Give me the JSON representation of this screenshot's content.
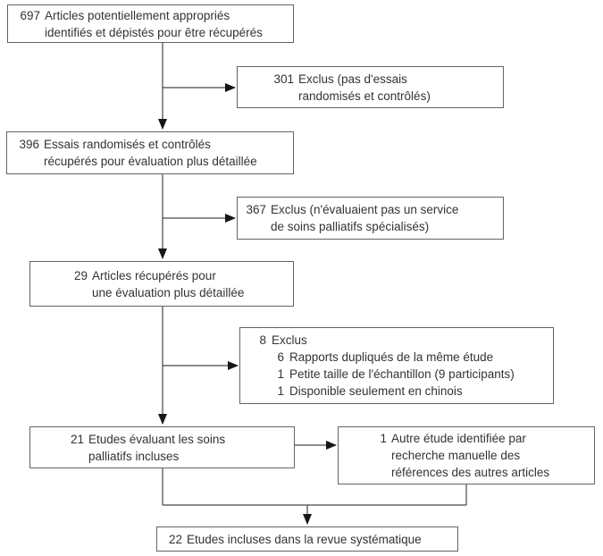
{
  "figure": {
    "colors": {
      "background": "#ffffff",
      "box_border": "#646464",
      "connector_line": "#474747",
      "arrowhead": "#161616",
      "text": "#333333"
    },
    "boxes": {
      "screened": {
        "number": "697",
        "lines": [
          "Articles potentiellement appropriés",
          "identifiés et dépistés pour être récupérés"
        ]
      },
      "excluded_not_randomized": {
        "number": "301",
        "lines": [
          "Exclus (pas d'essais",
          "randomisés et contrôlés)"
        ]
      },
      "randomized_retrieved": {
        "number": "396",
        "lines": [
          "Essais randomisés et contrôlés",
          "récupérés pour évaluation plus détaillée"
        ]
      },
      "excluded_no_palliative_service": {
        "number": "367",
        "lines": [
          "Exclus (n'évaluaient pas un service",
          "de soins palliatifs spécialisés)"
        ]
      },
      "retrieved_for_evaluation": {
        "number": "29",
        "lines": [
          "Articles récupérés pour",
          "une évaluation plus détaillée"
        ]
      },
      "excluded_detailed": {
        "number": "8",
        "label": "Exclus",
        "items": [
          {
            "number": "6",
            "text": "Rapports dupliqués de la même étude"
          },
          {
            "number": "1",
            "text": "Petite taille de l'échantillon (9 participants)"
          },
          {
            "number": "1",
            "text": "Disponible seulement en chinois"
          }
        ]
      },
      "included_palliative": {
        "number": "21",
        "lines": [
          "Etudes évaluant les soins",
          "palliatifs incluses"
        ]
      },
      "hand_search": {
        "number": "1",
        "lines": [
          "Autre étude identifiée par",
          "recherche manuelle des",
          "références des autres articles"
        ]
      },
      "final_included": {
        "number": "22",
        "lines": [
          "Etudes incluses dans la revue systématique"
        ]
      }
    }
  }
}
